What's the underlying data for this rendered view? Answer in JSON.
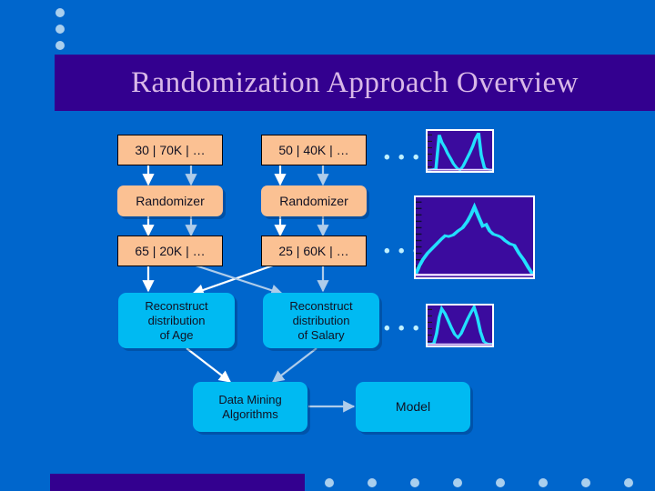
{
  "slide": {
    "title": "Randomization Approach Overview",
    "background_color": "#0066cc",
    "title_band_color": "#33008f",
    "title_text_color": "#d9b8e8"
  },
  "decor": {
    "top_dots": [
      "dot",
      "dot",
      "dot"
    ],
    "bottom_dots": [
      "dot",
      "dot",
      "dot",
      "dot",
      "dot",
      "dot",
      "dot",
      "dot"
    ],
    "dot_color": "#a9cfee"
  },
  "flow": {
    "record_boxes": [
      {
        "id": "record-age-1",
        "label": "30 | 70K | …"
      },
      {
        "id": "record-salary-1",
        "label": "50 | 40K | …"
      },
      {
        "id": "record-age-2",
        "label": "65 | 20K | …"
      },
      {
        "id": "record-salary-2",
        "label": "25 | 60K | …"
      }
    ],
    "randomizers": [
      {
        "id": "randomizer-left",
        "label": "Randomizer"
      },
      {
        "id": "randomizer-right",
        "label": "Randomizer"
      }
    ],
    "reconstruct": [
      {
        "id": "reconstruct-age",
        "line1": "Reconstruct",
        "line2": "distribution",
        "line3": "of Age"
      },
      {
        "id": "reconstruct-salary",
        "line1": "Reconstruct",
        "line2": "distribution",
        "line3": "of Salary"
      }
    ],
    "data_mining": {
      "line1": "Data Mining",
      "line2": "Algorithms"
    },
    "model": {
      "label": "Model"
    },
    "box_colors": {
      "record": "#fbc193",
      "randomizer": "#fbc193",
      "cyan": "#00baf2"
    },
    "arrow_colors": {
      "light": "#aeccea",
      "white": "#ffffff"
    }
  },
  "ellipses": {
    "row_records_top": "• • •",
    "row_records_bottom": "• • •",
    "row_reconstruct": "• • •"
  },
  "chart_data": [
    {
      "id": "chart-bimodal-top",
      "type": "line",
      "title": "",
      "xlabel": "",
      "ylabel": "",
      "grid": false,
      "legend": null,
      "plot_bg": "#3b0b9e",
      "line_color": "#22e0ff",
      "xlim": [
        0,
        100
      ],
      "ylim": [
        0,
        100
      ],
      "x": [
        0,
        4,
        9,
        13,
        18,
        22,
        27,
        31,
        36,
        40,
        45,
        50,
        55,
        60,
        65,
        70,
        74,
        79,
        83,
        88,
        92,
        96,
        100
      ],
      "y": [
        3,
        3,
        4,
        6,
        90,
        72,
        58,
        44,
        30,
        18,
        8,
        2,
        12,
        28,
        44,
        62,
        80,
        95,
        40,
        8,
        4,
        3,
        3
      ]
    },
    {
      "id": "chart-unimodal-noisy",
      "type": "line",
      "title": "",
      "xlabel": "",
      "ylabel": "",
      "grid": false,
      "legend": null,
      "plot_bg": "#3b0b9e",
      "line_color": "#22e0ff",
      "axis_ticks_left": 11,
      "xlim": [
        0,
        100
      ],
      "ylim": [
        0,
        100
      ],
      "x": [
        0,
        3,
        6,
        10,
        14,
        18,
        22,
        25,
        28,
        32,
        36,
        40,
        44,
        47,
        50,
        54,
        57,
        60,
        63,
        66,
        70,
        73,
        76,
        80,
        84,
        88,
        92,
        96,
        100
      ],
      "y": [
        4,
        14,
        22,
        30,
        36,
        42,
        48,
        52,
        51,
        53,
        58,
        62,
        70,
        78,
        88,
        74,
        64,
        66,
        58,
        54,
        52,
        50,
        46,
        42,
        40,
        30,
        22,
        12,
        3
      ]
    },
    {
      "id": "chart-bimodal-bottom",
      "type": "line",
      "title": "",
      "xlabel": "",
      "ylabel": "",
      "grid": false,
      "legend": null,
      "plot_bg": "#3b0b9e",
      "line_color": "#22e0ff",
      "xlim": [
        0,
        100
      ],
      "ylim": [
        0,
        100
      ],
      "x": [
        0,
        5,
        10,
        14,
        18,
        22,
        27,
        32,
        37,
        42,
        47,
        52,
        57,
        62,
        67,
        72,
        77,
        82,
        87,
        92,
        96,
        100
      ],
      "y": [
        4,
        4,
        6,
        30,
        70,
        92,
        80,
        62,
        44,
        28,
        20,
        30,
        48,
        66,
        82,
        96,
        70,
        34,
        10,
        5,
        4,
        4
      ]
    }
  ]
}
